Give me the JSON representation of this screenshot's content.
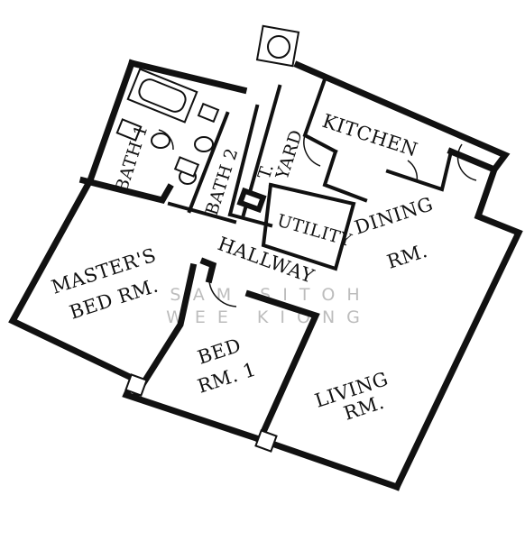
{
  "rooms": {
    "kitchen": "KITCHEN",
    "yard": "YARD",
    "bath1": "BATH 1",
    "bath2": "BATH 2",
    "wc": "T.",
    "utility": "UTILITY",
    "hallway": "HALLWAY",
    "dining": {
      "line1": "DINING",
      "line2": "RM."
    },
    "master": {
      "line1": "MASTER'S",
      "line2": "BED RM."
    },
    "bed1": {
      "line1": "BED",
      "line2": "RM. 1"
    },
    "living": {
      "line1": "LIVING",
      "line2": "RM."
    }
  },
  "watermark": {
    "line1": "SAM SITOH",
    "line2": "WEE KIONG"
  }
}
